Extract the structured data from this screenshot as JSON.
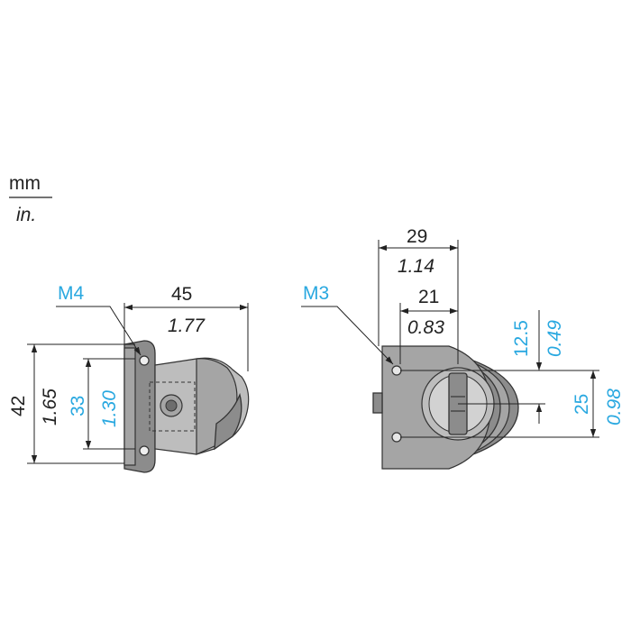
{
  "units": {
    "primary": "mm",
    "secondary": "in."
  },
  "colors": {
    "accent": "#29a8e0",
    "text": "#222222",
    "part": "#9a9a9a"
  },
  "side_view": {
    "thread_label": "M4",
    "width_mm": "45",
    "width_in": "1.77",
    "height_mm": "42",
    "height_in": "1.65",
    "hole_spacing_mm": "33",
    "hole_spacing_in": "1.30"
  },
  "front_view": {
    "thread_label": "M3",
    "width_mm": "29",
    "width_in": "1.14",
    "hole_offset_mm": "21",
    "hole_offset_in": "0.83",
    "center_offset_mm": "12.5",
    "center_offset_in": "0.49",
    "hole_spacing_mm": "25",
    "hole_spacing_in": "0.98"
  }
}
